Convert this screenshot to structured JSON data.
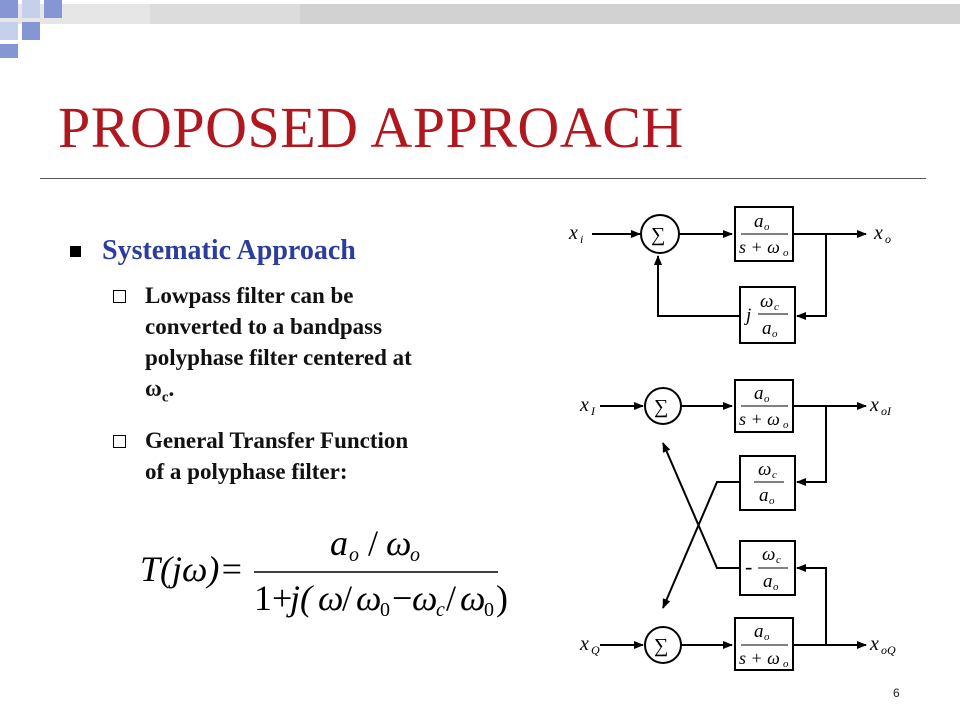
{
  "slide": {
    "title": "PROPOSED APPROACH",
    "page_number": "6"
  },
  "bullets": {
    "main": "Systematic Approach",
    "sub1": {
      "lines": [
        "Lowpass filter can be",
        "converted to a bandpass",
        "polyphase filter centered at",
        "ω"
      ],
      "omega_sub": "c",
      "end": "."
    },
    "sub2": {
      "lines": [
        "General Transfer Function",
        "of a polyphase filter:"
      ]
    }
  },
  "equation": {
    "lhs": "T(jω)=",
    "num_a": "a",
    "num_a_sub": "o",
    "num_slash": "/",
    "num_w": "ω",
    "num_w_sub": "o",
    "den_1": "1+",
    "den_j": "j(",
    "den_w1": "ω",
    "den_slash1": "/",
    "den_w2": "ω",
    "den_w2_sub": "0",
    "den_minus": "−",
    "den_w3": "ω",
    "den_w3_sub": "c",
    "den_slash2": "/",
    "den_w4": "ω",
    "den_w4_sub": "0",
    "den_close": ")"
  },
  "diagram_top": {
    "input": "x",
    "input_sub": "i",
    "output": "x",
    "output_sub": "o",
    "sum": "∑",
    "fwd_num": "a",
    "fwd_num_sub": "o",
    "fwd_den": "s + ω",
    "fwd_den_sub": "o",
    "fb_j": "j",
    "fb_num": "ω",
    "fb_num_sub": "c",
    "fb_den": "a",
    "fb_den_sub": "o"
  },
  "diagram_bottom": {
    "in_i": "x",
    "in_i_sub": "I",
    "out_i": "x",
    "out_i_sub": "oI",
    "in_q": "x",
    "in_q_sub": "Q",
    "out_q": "x",
    "out_q_sub": "oQ",
    "sum": "∑",
    "fwd_num": "a",
    "fwd_num_sub": "o",
    "fwd_den": "s + ω",
    "fwd_den_sub": "o",
    "c1_num": "ω",
    "c1_num_sub": "c",
    "c1_den": "a",
    "c1_den_sub": "o",
    "c2_minus": "-",
    "c2_num": "ω",
    "c2_num_sub": "c",
    "c2_den": "a",
    "c2_den_sub": "o"
  },
  "colors": {
    "title": "#b0171f",
    "accent_text": "#2b3d9e",
    "deco_blue": "#7f93d1",
    "deco_light": "#c7d0ea"
  }
}
